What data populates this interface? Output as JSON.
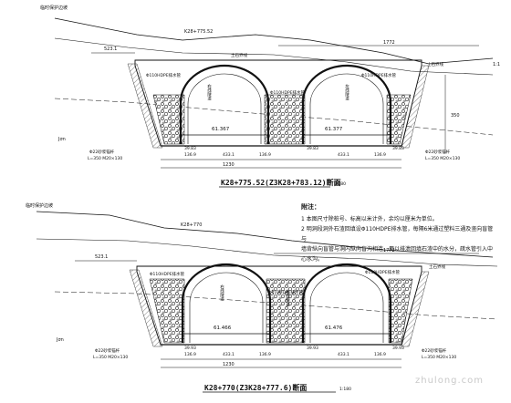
{
  "section1": {
    "caption": "K28+775.52(Z3K28+783.12)断面",
    "scale": "1:180",
    "top_label": "K28+775.52",
    "left_note": "临时保护边坡",
    "dim_left": "523.1",
    "dim_right": "1772",
    "right_slope": "1:1",
    "right_note": "土石界线",
    "top_note": "土石界线",
    "pipe_left": "Φ110HDPE排水管",
    "pipe_right": "Φ110HDPE排水管",
    "pipe_center": "Φ110HDPE排水管",
    "inner_left": "右线隧道",
    "inner_right": "左线隧道",
    "elev_left": "61.367",
    "elev_right": "61.377",
    "anchor_left": "Φ22砂浆锚杆",
    "anchor_right": "Φ22砂浆锚杆",
    "anchor_left_len": "L=350 M20×130",
    "anchor_right_len": "L=350 M20×130",
    "rock": "Jσn",
    "dim_bottom": [
      "39.83",
      "136.9",
      "433.1",
      "136.9",
      "39.83",
      "433.1",
      "136.9",
      "39.83"
    ],
    "total_width": "1230",
    "right_height": "350"
  },
  "section2": {
    "caption": "K28+770(Z3K28+777.6)断面",
    "scale": "1:180",
    "top_label": "K28+770",
    "left_note": "临时保护边坡",
    "dim_left": "523.1",
    "dim_right": "1772",
    "right_note": "土石界线",
    "pipe_left": "Φ110HDPE排水管",
    "pipe_right": "Φ110HDPE排水管",
    "pipe_center": "Φ110HDPE排水管",
    "inner_left": "右线隧道",
    "inner_right": "左线隧道",
    "elev_left": "61.466",
    "elev_right": "61.476",
    "anchor_left": "Φ22砂浆锚杆",
    "anchor_right": "Φ22砂浆锚杆",
    "anchor_left_len": "L=350 M20×130",
    "anchor_right_len": "L=350 M20×130",
    "rock": "Jσn",
    "dim_bottom": [
      "39.93",
      "136.9",
      "433.1",
      "136.9",
      "39.93",
      "433.1",
      "136.9",
      "39.93"
    ],
    "total_width": "1230"
  },
  "notes": {
    "title": "附注：",
    "line1": "1 本图尺寸除桩号、标高以米计外，余均以厘米为单位。",
    "line2": "2 明洞段洞外石渣回填设Φ110HDPE排水管，每隔6米通过塑料三通及竖向盲管与",
    "line3": "墙背纵向盲管与洞内纵向盲沟相连，用以排泄回填石渣中的水分，疏水管引入中心水沟。"
  },
  "watermark": "zhulong.com"
}
